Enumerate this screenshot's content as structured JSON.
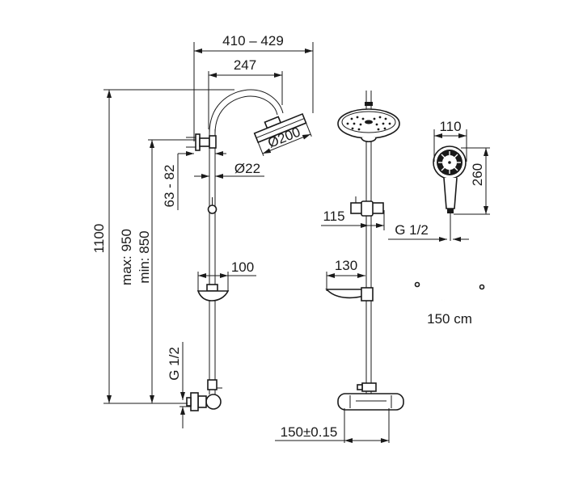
{
  "drawing": {
    "side_view": {
      "total_width": "410 – 429",
      "arm_reach": "247",
      "total_height": "1100",
      "height_max": "max: 950",
      "height_min": "min: 850",
      "wall_offset": "63 - 82",
      "pipe_diameter": "Ø22",
      "head_diameter": "Ø200",
      "dish_depth": "100",
      "inlet_thread": "G 1/2"
    },
    "front_view": {
      "slider_depth": "115",
      "outlet_thread": "G 1/2",
      "dish_width": "130",
      "inlet_spacing": "150±0.15"
    },
    "hand_shower": {
      "width": "110",
      "length": "260"
    },
    "hose": {
      "length": "150 cm"
    }
  }
}
